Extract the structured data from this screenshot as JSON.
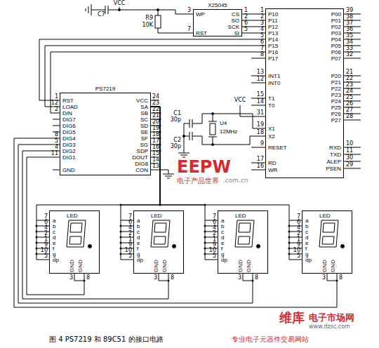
{
  "diagram": {
    "caption": "图 4  PS7219 和 89C51 的接口电路",
    "nodes": [
      {
        "text": [
          "X25045",
          "WP",
          "CS",
          "SO",
          "SCK",
          "RST",
          "SI"
        ]
      },
      {
        "text": [
          "P10",
          "P11",
          "P12",
          "P13",
          "P14",
          "P15",
          "P16",
          "P17",
          "INT1",
          "INT0",
          "T1",
          "T0",
          "X1",
          "X2",
          "RESET",
          "RD",
          "WR",
          "P00",
          "P01",
          "P02",
          "P03",
          "P04",
          "P05",
          "P06",
          "P07",
          "P20",
          "P21",
          "P22",
          "P23",
          "P24",
          "P25",
          "P26",
          "P27",
          "RXD",
          "TXD",
          "ALEP",
          "PSEN"
        ]
      },
      {
        "text": [
          "PS7219",
          "RST",
          "LOAD",
          "DIN",
          "DIG7",
          "DIG6",
          "DIG5",
          "DIG4",
          "DIG3",
          "DIG2",
          "DIG1",
          "GND",
          "VCC",
          "SA",
          "SB",
          "SC",
          "SD",
          "SE",
          "SF",
          "SG",
          "SDP",
          "DOUT",
          "DIG8",
          "CON"
        ]
      },
      {
        "text": [
          "U4",
          "12MHz"
        ]
      },
      {
        "text": [
          "LED",
          "a",
          "b",
          "c",
          "d",
          "e",
          "f",
          "g",
          "dp",
          "GND",
          "GND"
        ]
      },
      {
        "text": [
          "LED",
          "a",
          "b",
          "c",
          "d",
          "e",
          "f",
          "g",
          "dp",
          "GND",
          "GND"
        ]
      },
      {
        "text": [
          "LED",
          "a",
          "b",
          "c",
          "d",
          "e",
          "f",
          "g",
          "dp",
          "GND",
          "GND"
        ]
      },
      {
        "text": [
          "LED",
          "a",
          "b",
          "c",
          "d",
          "e",
          "f",
          "g",
          "dp",
          "GND",
          "GND"
        ]
      }
    ],
    "edges": [
      {
        "from": 0,
        "to": 1,
        "arrow": "none"
      },
      {
        "from": 0,
        "to": 1,
        "arrow": "none"
      },
      {
        "from": 0,
        "to": 1,
        "arrow": "none"
      },
      {
        "from": 0,
        "to": 1,
        "arrow": "none"
      },
      {
        "from": 1,
        "to": 2,
        "arrow": "none"
      },
      {
        "from": 1,
        "to": 2,
        "arrow": "none"
      },
      {
        "from": 1,
        "to": 2,
        "arrow": "none"
      },
      {
        "from": 3,
        "to": 1,
        "arrow": "none"
      },
      {
        "from": 3,
        "to": 1,
        "arrow": "none"
      },
      {
        "from": 2,
        "to": 4,
        "arrow": "none"
      },
      {
        "from": 2,
        "to": 5,
        "arrow": "none"
      },
      {
        "from": 2,
        "to": 6,
        "arrow": "none"
      },
      {
        "from": 2,
        "to": 7,
        "arrow": "none"
      },
      {
        "from": 2,
        "to": 4,
        "arrow": "none"
      },
      {
        "from": 2,
        "to": 5,
        "arrow": "none"
      },
      {
        "from": 2,
        "to": 6,
        "arrow": "none"
      },
      {
        "from": 2,
        "to": 7,
        "arrow": "none"
      }
    ],
    "labels": [
      "C7",
      "VCC",
      "R9",
      "10K",
      "3",
      "7",
      "1",
      "2",
      "6",
      "5",
      "1",
      "2",
      "3",
      "4",
      "5",
      "6",
      "7",
      "8",
      "13",
      "12",
      "15",
      "14",
      "31",
      "VCC",
      "19",
      "18",
      "9",
      "17",
      "16",
      "39",
      "38",
      "37",
      "36",
      "35",
      "34",
      "33",
      "32",
      "21",
      "22",
      "23",
      "24",
      "25",
      "26",
      "27",
      "28",
      "10",
      "11",
      "30",
      "29",
      "1",
      "12",
      "2",
      "8",
      "5",
      "4",
      "11",
      "24",
      "23",
      "22",
      "21",
      "20",
      "19",
      "18",
      "17",
      "16",
      "15",
      "14",
      "13",
      "C1",
      "30p",
      "C2",
      "30p",
      "EEPW",
      "电子产品世界",
      ".com.cn",
      "7",
      "6",
      "4",
      "2",
      "1",
      "9",
      "10",
      "5",
      "3",
      "8",
      "7",
      "6",
      "4",
      "2",
      "1",
      "9",
      "10",
      "5",
      "3",
      "8",
      "7",
      "6",
      "4",
      "2",
      "1",
      "9",
      "10",
      "5",
      "3",
      "8",
      "7",
      "6",
      "4",
      "2",
      "1",
      "9",
      "10",
      "5",
      "3",
      "8",
      "维库",
      "电子市场网",
      "www.dzsc.com",
      "专业电子元器件交易网站"
    ]
  }
}
